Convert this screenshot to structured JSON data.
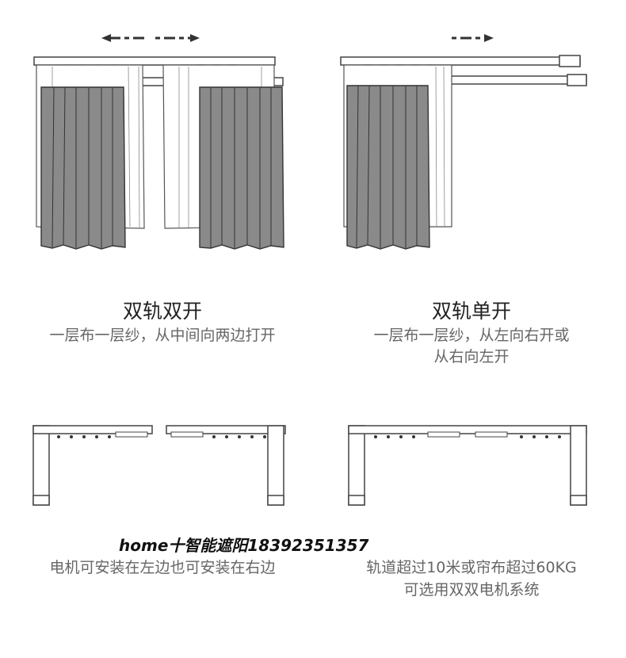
{
  "panels": [
    {
      "title": "双轨双开",
      "description": "一层布一层纱，从中间向两边打开"
    },
    {
      "title": "双轨单开",
      "description_line1": "一层布一层纱，从左向右开或",
      "description_line2": "从右向左开"
    }
  ],
  "notes": [
    {
      "text": "电机可安装在左边也可安装在右边"
    },
    {
      "line1": "轨道超过10米或帘布超过60KG",
      "line2": "可选用双双电机系统"
    }
  ],
  "watermark": "home十智能遮阳18392351357",
  "colors": {
    "line": "#444444",
    "curtain_fill": "#8a8a8a",
    "sheer_fill": "#ffffff",
    "text_main": "#222222",
    "text_sub": "#666666"
  }
}
